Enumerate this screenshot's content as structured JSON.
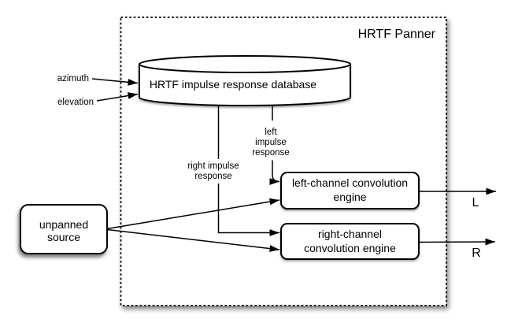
{
  "diagram": {
    "panel_title": "HRTF Panner",
    "database_label": "HRTF impulse response database",
    "inputs": {
      "azimuth": "azimuth",
      "elevation": "elevation"
    },
    "signals": {
      "left_impulse_lines": [
        "left",
        "impulse",
        "response"
      ],
      "right_impulse_lines": [
        "right impulse",
        "response"
      ]
    },
    "nodes": {
      "source_lines": [
        "unpanned",
        "source"
      ],
      "left_engine_lines": [
        "left-channel convolution",
        "engine"
      ],
      "right_engine_lines": [
        "right-channel",
        "convolution engine"
      ]
    },
    "outputs": {
      "left": "L",
      "right": "R"
    },
    "colors": {
      "stroke": "#000000",
      "fill": "#ffffff",
      "background": "#ffffff"
    }
  }
}
